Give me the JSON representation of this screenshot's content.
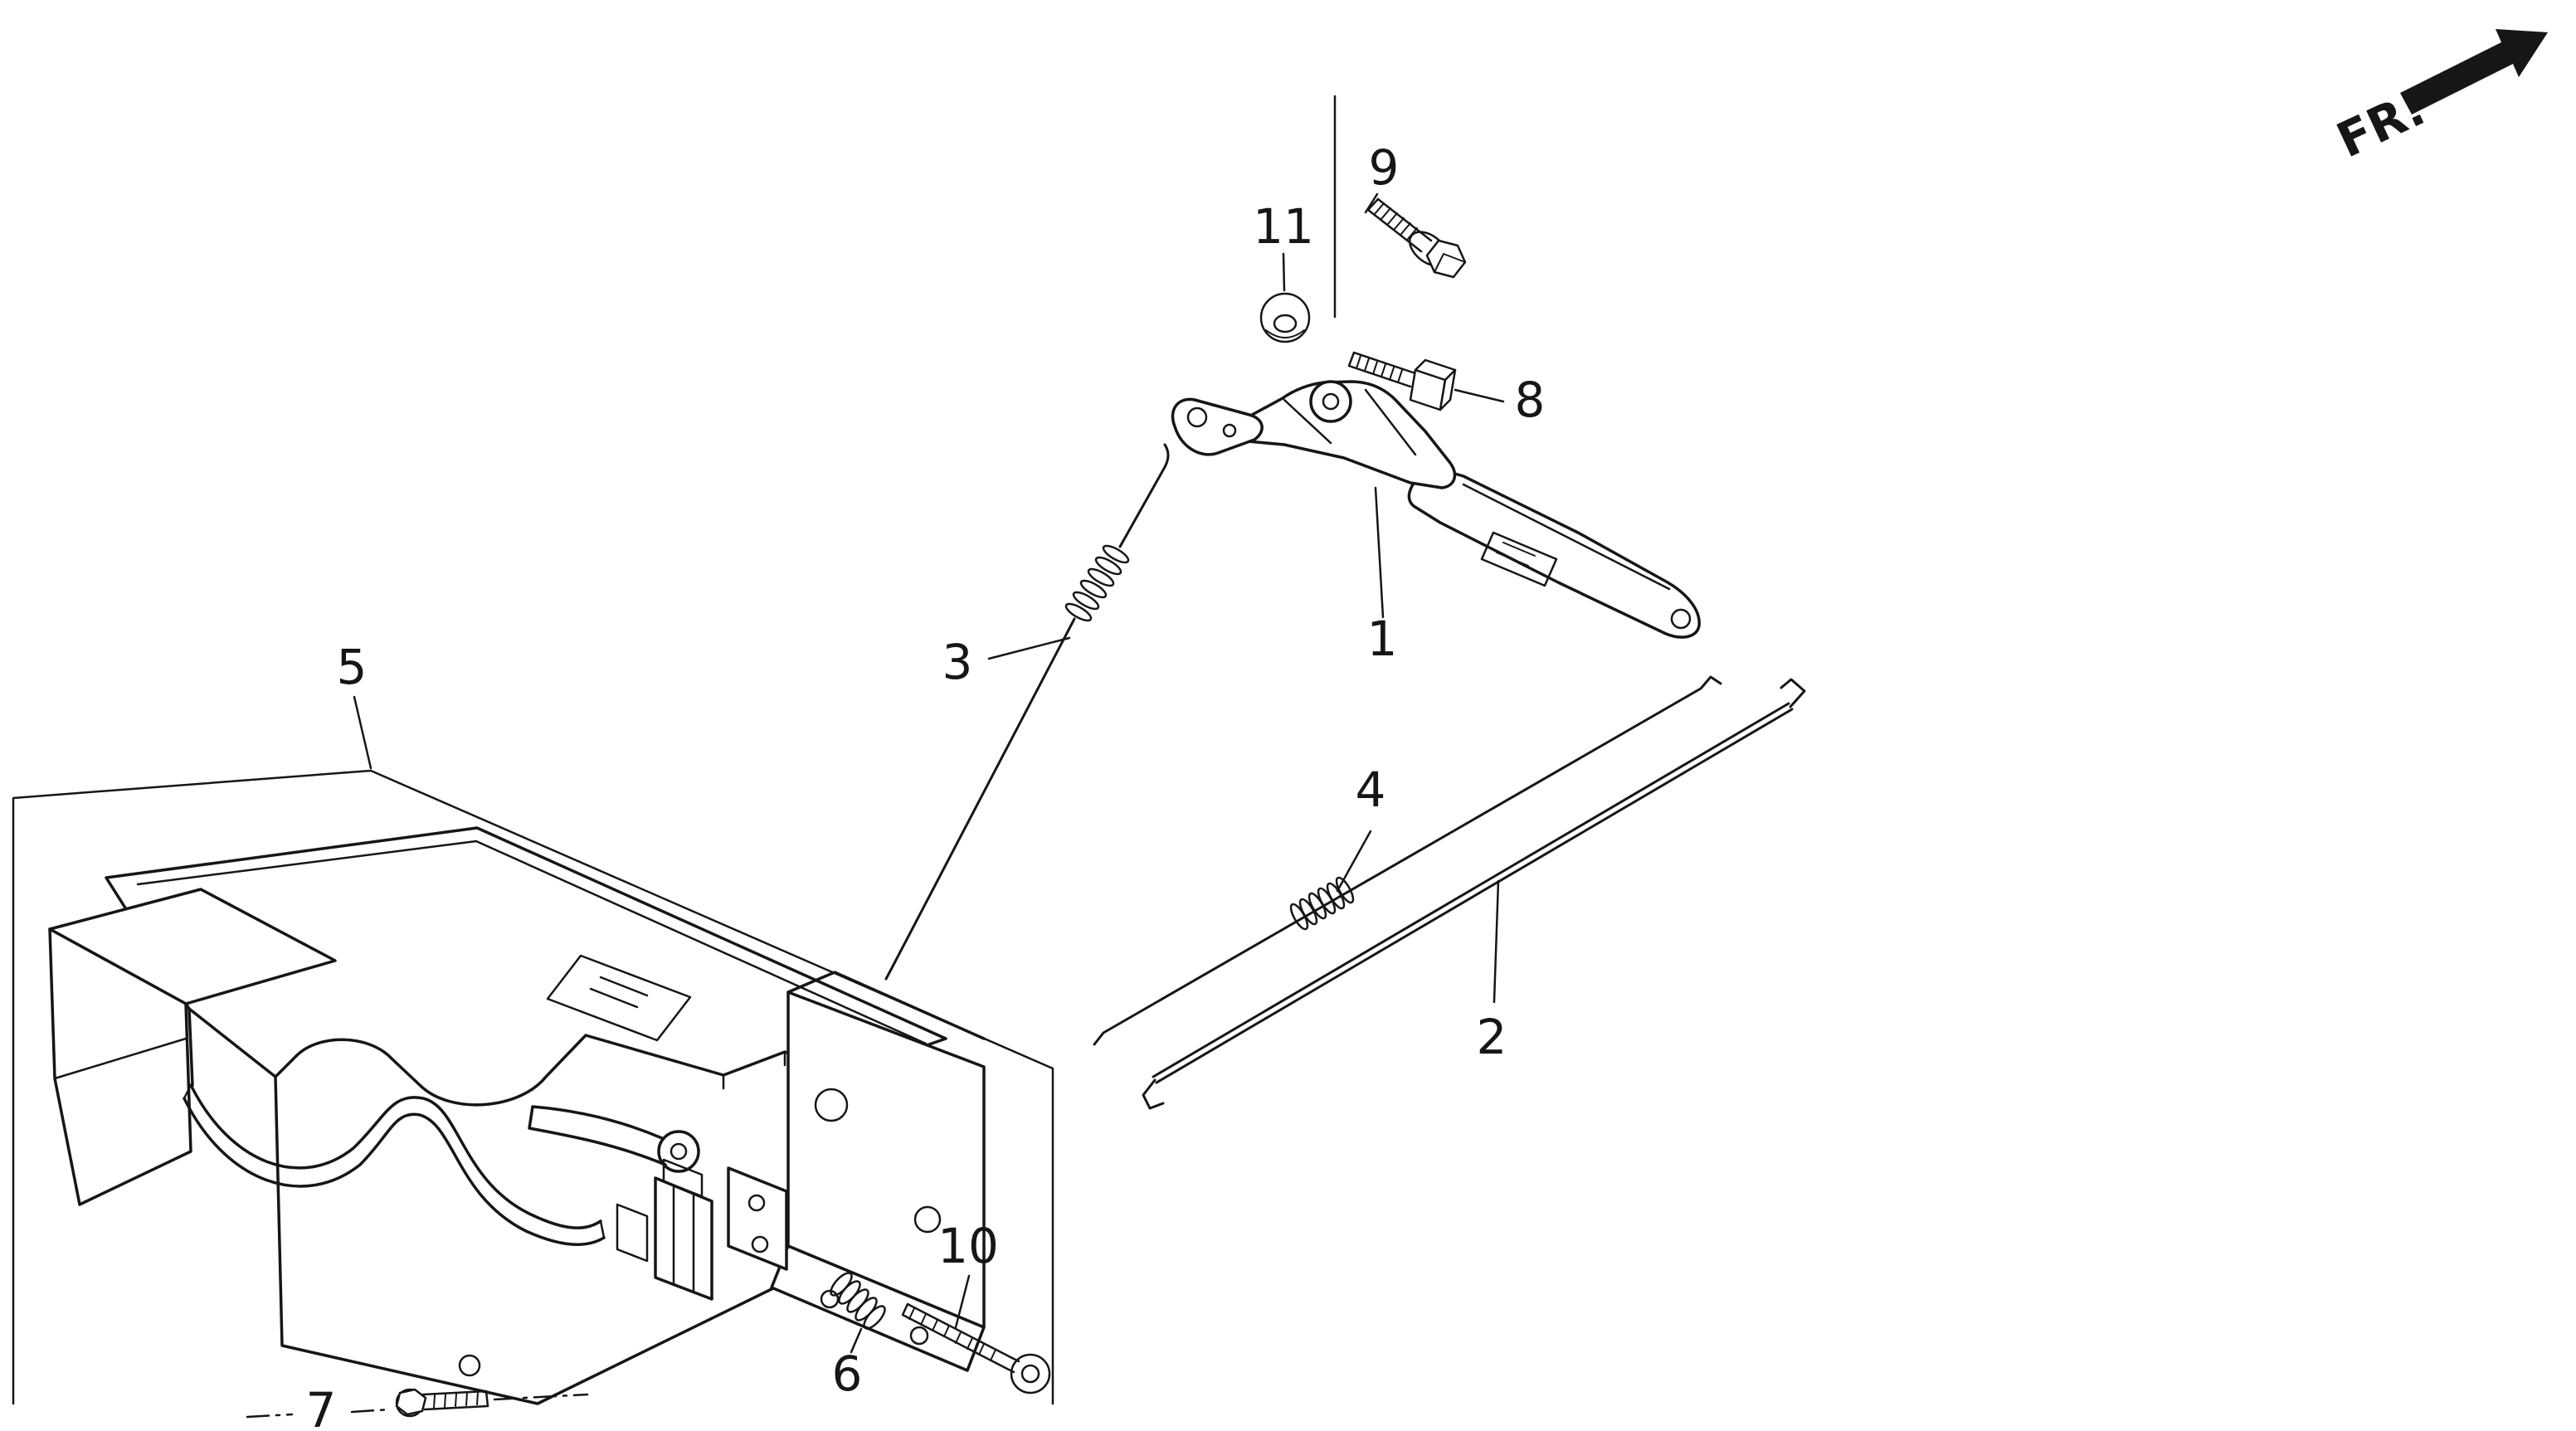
{
  "figure": {
    "direction_label": "FR.",
    "callouts": [
      {
        "ref": "1"
      },
      {
        "ref": "2"
      },
      {
        "ref": "3"
      },
      {
        "ref": "4"
      },
      {
        "ref": "5"
      },
      {
        "ref": "6"
      },
      {
        "ref": "7"
      },
      {
        "ref": "8"
      },
      {
        "ref": "9"
      },
      {
        "ref": "10"
      },
      {
        "ref": "11"
      }
    ],
    "colors": {
      "ink": "#161616",
      "paper": "#ffffff"
    }
  }
}
